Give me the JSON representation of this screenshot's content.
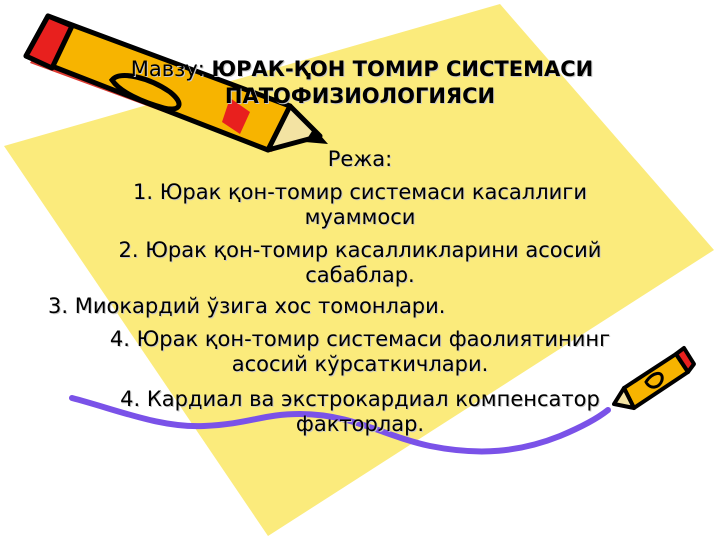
{
  "slide": {
    "title": {
      "prefix": "Мавзу:",
      "main_line_1": "ЮРАК-ҚОН ТОМИР СИСТЕМАСИ",
      "main_line_2": "ПАТОФИЗИОЛОГИЯСИ"
    },
    "plan_heading": "Режа:",
    "items": [
      {
        "line_1": "1. Юрак қон-томир системаси касаллиги",
        "line_2": "муаммоси"
      },
      {
        "line_1": "2. Юрак қон-томир касалликларини асосий",
        "line_2": "сабаблар."
      },
      {
        "line_1": "3. Миокардий ўзига хос томонлари.",
        "line_2": ""
      },
      {
        "line_1": "4. Юрак қон-томир системаси фаолиятининг",
        "line_2": "асосий кўрсаткичлари."
      },
      {
        "line_1": "4. Кардиал ва экстрокардиал компенсатор",
        "line_2": "факторлар."
      }
    ]
  },
  "colors": {
    "background_shape": "#fbeb7c",
    "pencil_body": "#f7b400",
    "pencil_eraser": "#e8201e",
    "underline_stroke": "#7a52e8",
    "text": "#000000"
  },
  "icons": {
    "large": "pencil-icon",
    "small": "pencil-icon"
  }
}
